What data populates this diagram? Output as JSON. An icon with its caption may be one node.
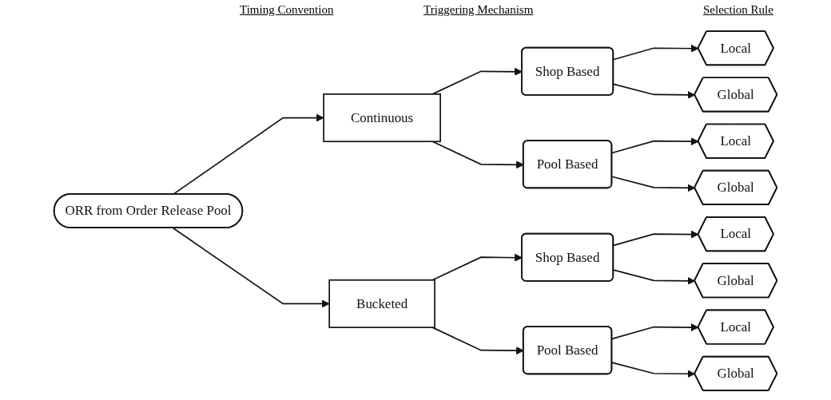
{
  "diagram": {
    "nodes": [
      {
        "text": [
          "ORR from Order Release Pool"
        ]
      },
      {
        "text": [
          "Continuous"
        ]
      },
      {
        "text": [
          "Bucketed"
        ]
      },
      {
        "text": [
          "Shop Based"
        ]
      },
      {
        "text": [
          "Pool Based"
        ]
      },
      {
        "text": [
          "Shop Based"
        ]
      },
      {
        "text": [
          "Pool Based"
        ]
      },
      {
        "text": [
          "Local"
        ]
      },
      {
        "text": [
          "Global"
        ]
      },
      {
        "text": [
          "Local"
        ]
      },
      {
        "text": [
          "Global"
        ]
      },
      {
        "text": [
          "Local"
        ]
      },
      {
        "text": [
          "Global"
        ]
      },
      {
        "text": [
          "Local"
        ]
      },
      {
        "text": [
          "Global"
        ]
      }
    ],
    "edges": [
      {
        "from": 0,
        "to": 1,
        "arrow": "to"
      },
      {
        "from": 0,
        "to": 2,
        "arrow": "to"
      },
      {
        "from": 1,
        "to": 3,
        "arrow": "to"
      },
      {
        "from": 1,
        "to": 4,
        "arrow": "to"
      },
      {
        "from": 2,
        "to": 5,
        "arrow": "to"
      },
      {
        "from": 2,
        "to": 6,
        "arrow": "to"
      },
      {
        "from": 3,
        "to": 7,
        "arrow": "to"
      },
      {
        "from": 3,
        "to": 8,
        "arrow": "to"
      },
      {
        "from": 4,
        "to": 9,
        "arrow": "to"
      },
      {
        "from": 4,
        "to": 10,
        "arrow": "to"
      },
      {
        "from": 5,
        "to": 11,
        "arrow": "to"
      },
      {
        "from": 5,
        "to": 12,
        "arrow": "to"
      },
      {
        "from": 6,
        "to": 13,
        "arrow": "to"
      },
      {
        "from": 6,
        "to": 14,
        "arrow": "to"
      }
    ],
    "labels": [
      "Timing Convention",
      "Triggering Mechanism",
      "Selection Rule"
    ]
  }
}
